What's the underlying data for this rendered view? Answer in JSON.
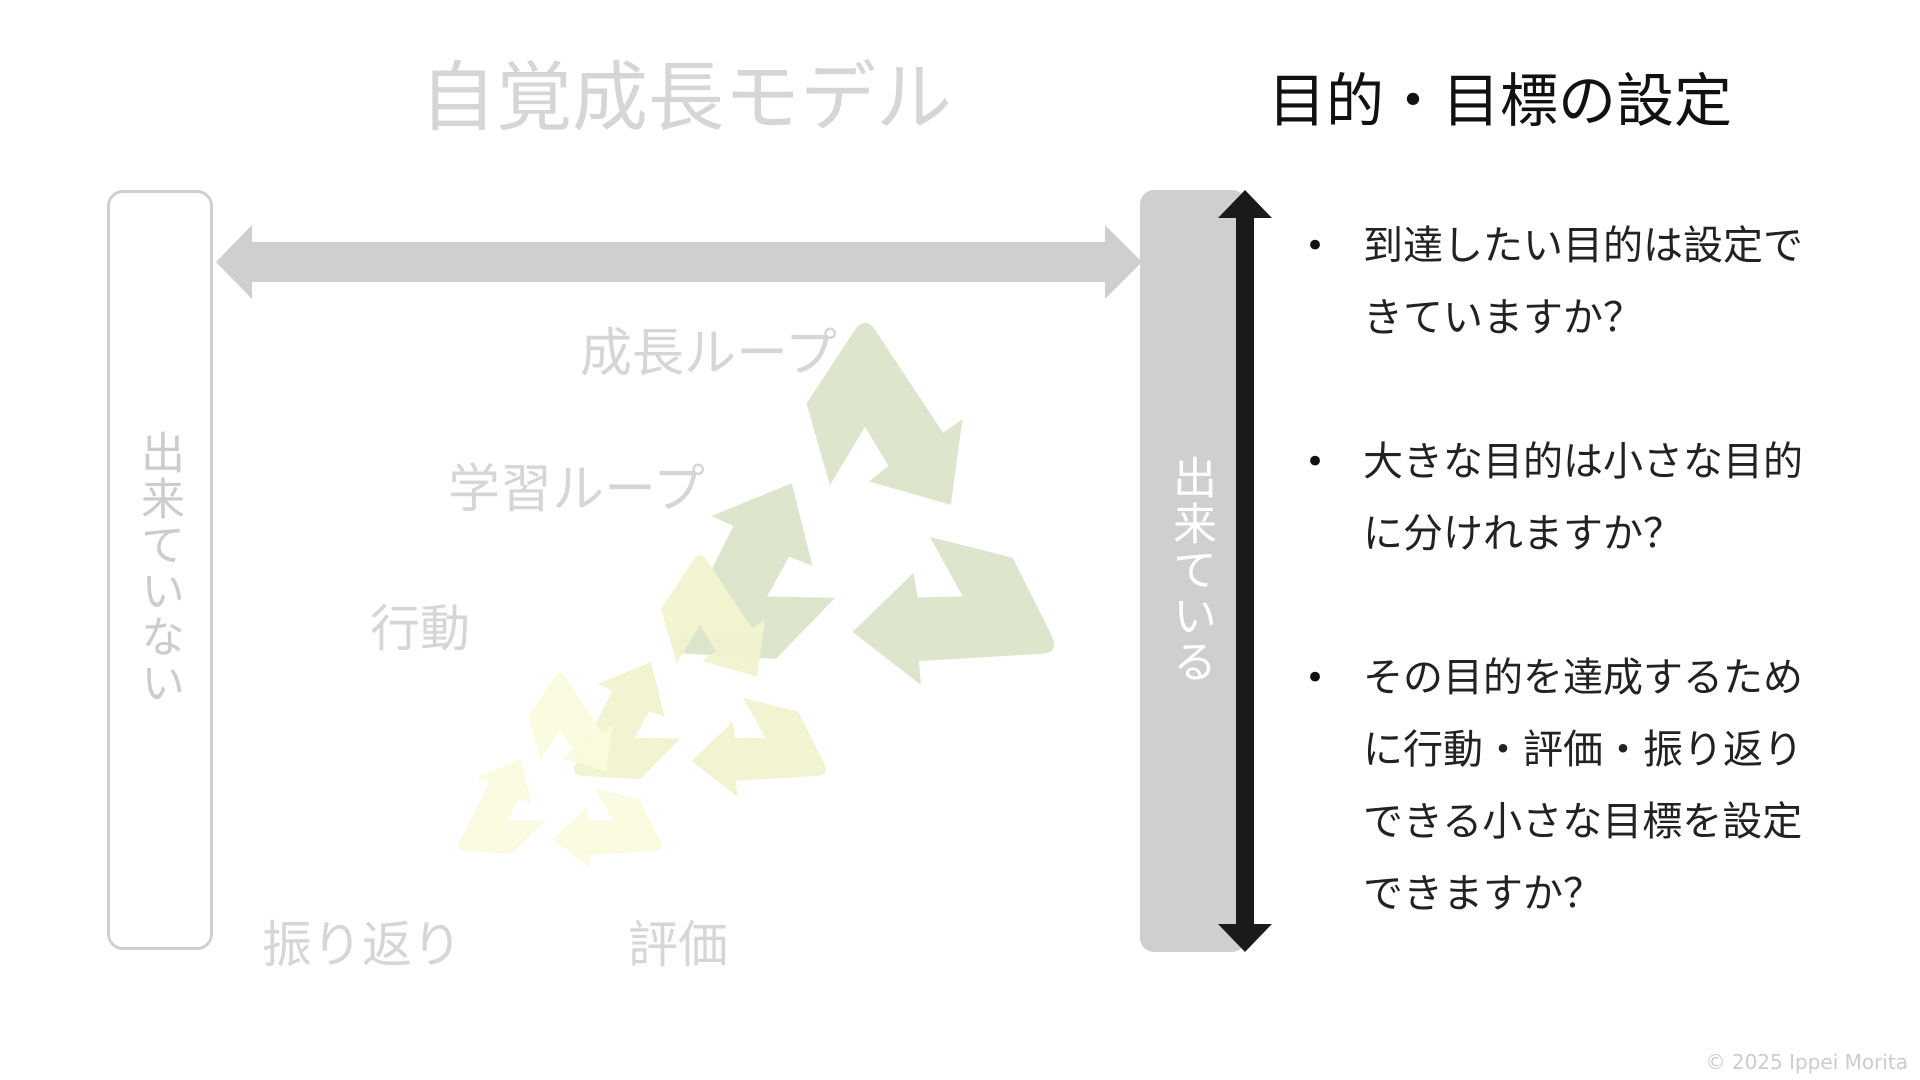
{
  "model_title": "自覚成長モデル",
  "slide_title": "目的・目標の設定",
  "left_box_label": "出来ていない",
  "right_box_label": "出来ている",
  "cycle_labels": {
    "growth_loop": "成長ループ",
    "learning_loop": "学習ループ",
    "action": "行動",
    "reflection": "振り返り",
    "evaluation": "評価"
  },
  "bullets": [
    "到達したい目的は設定できていますか？",
    "大きな目的は小さな目的に分けれますか？",
    "その目的を達成するために行動・評価・振り返りできる小さな目標を設定できますか？"
  ],
  "bullet_symbol": "•",
  "copyright": "© 2025 Ippei Morita",
  "colors": {
    "faint_text": "#d6d6d6",
    "gray_bar": "#cfcfcf",
    "black_arrow": "#1a1a1a",
    "loop_large": "#dde5cc",
    "loop_medium": "#f2f3cf",
    "loop_small": "#fbfbe0"
  }
}
